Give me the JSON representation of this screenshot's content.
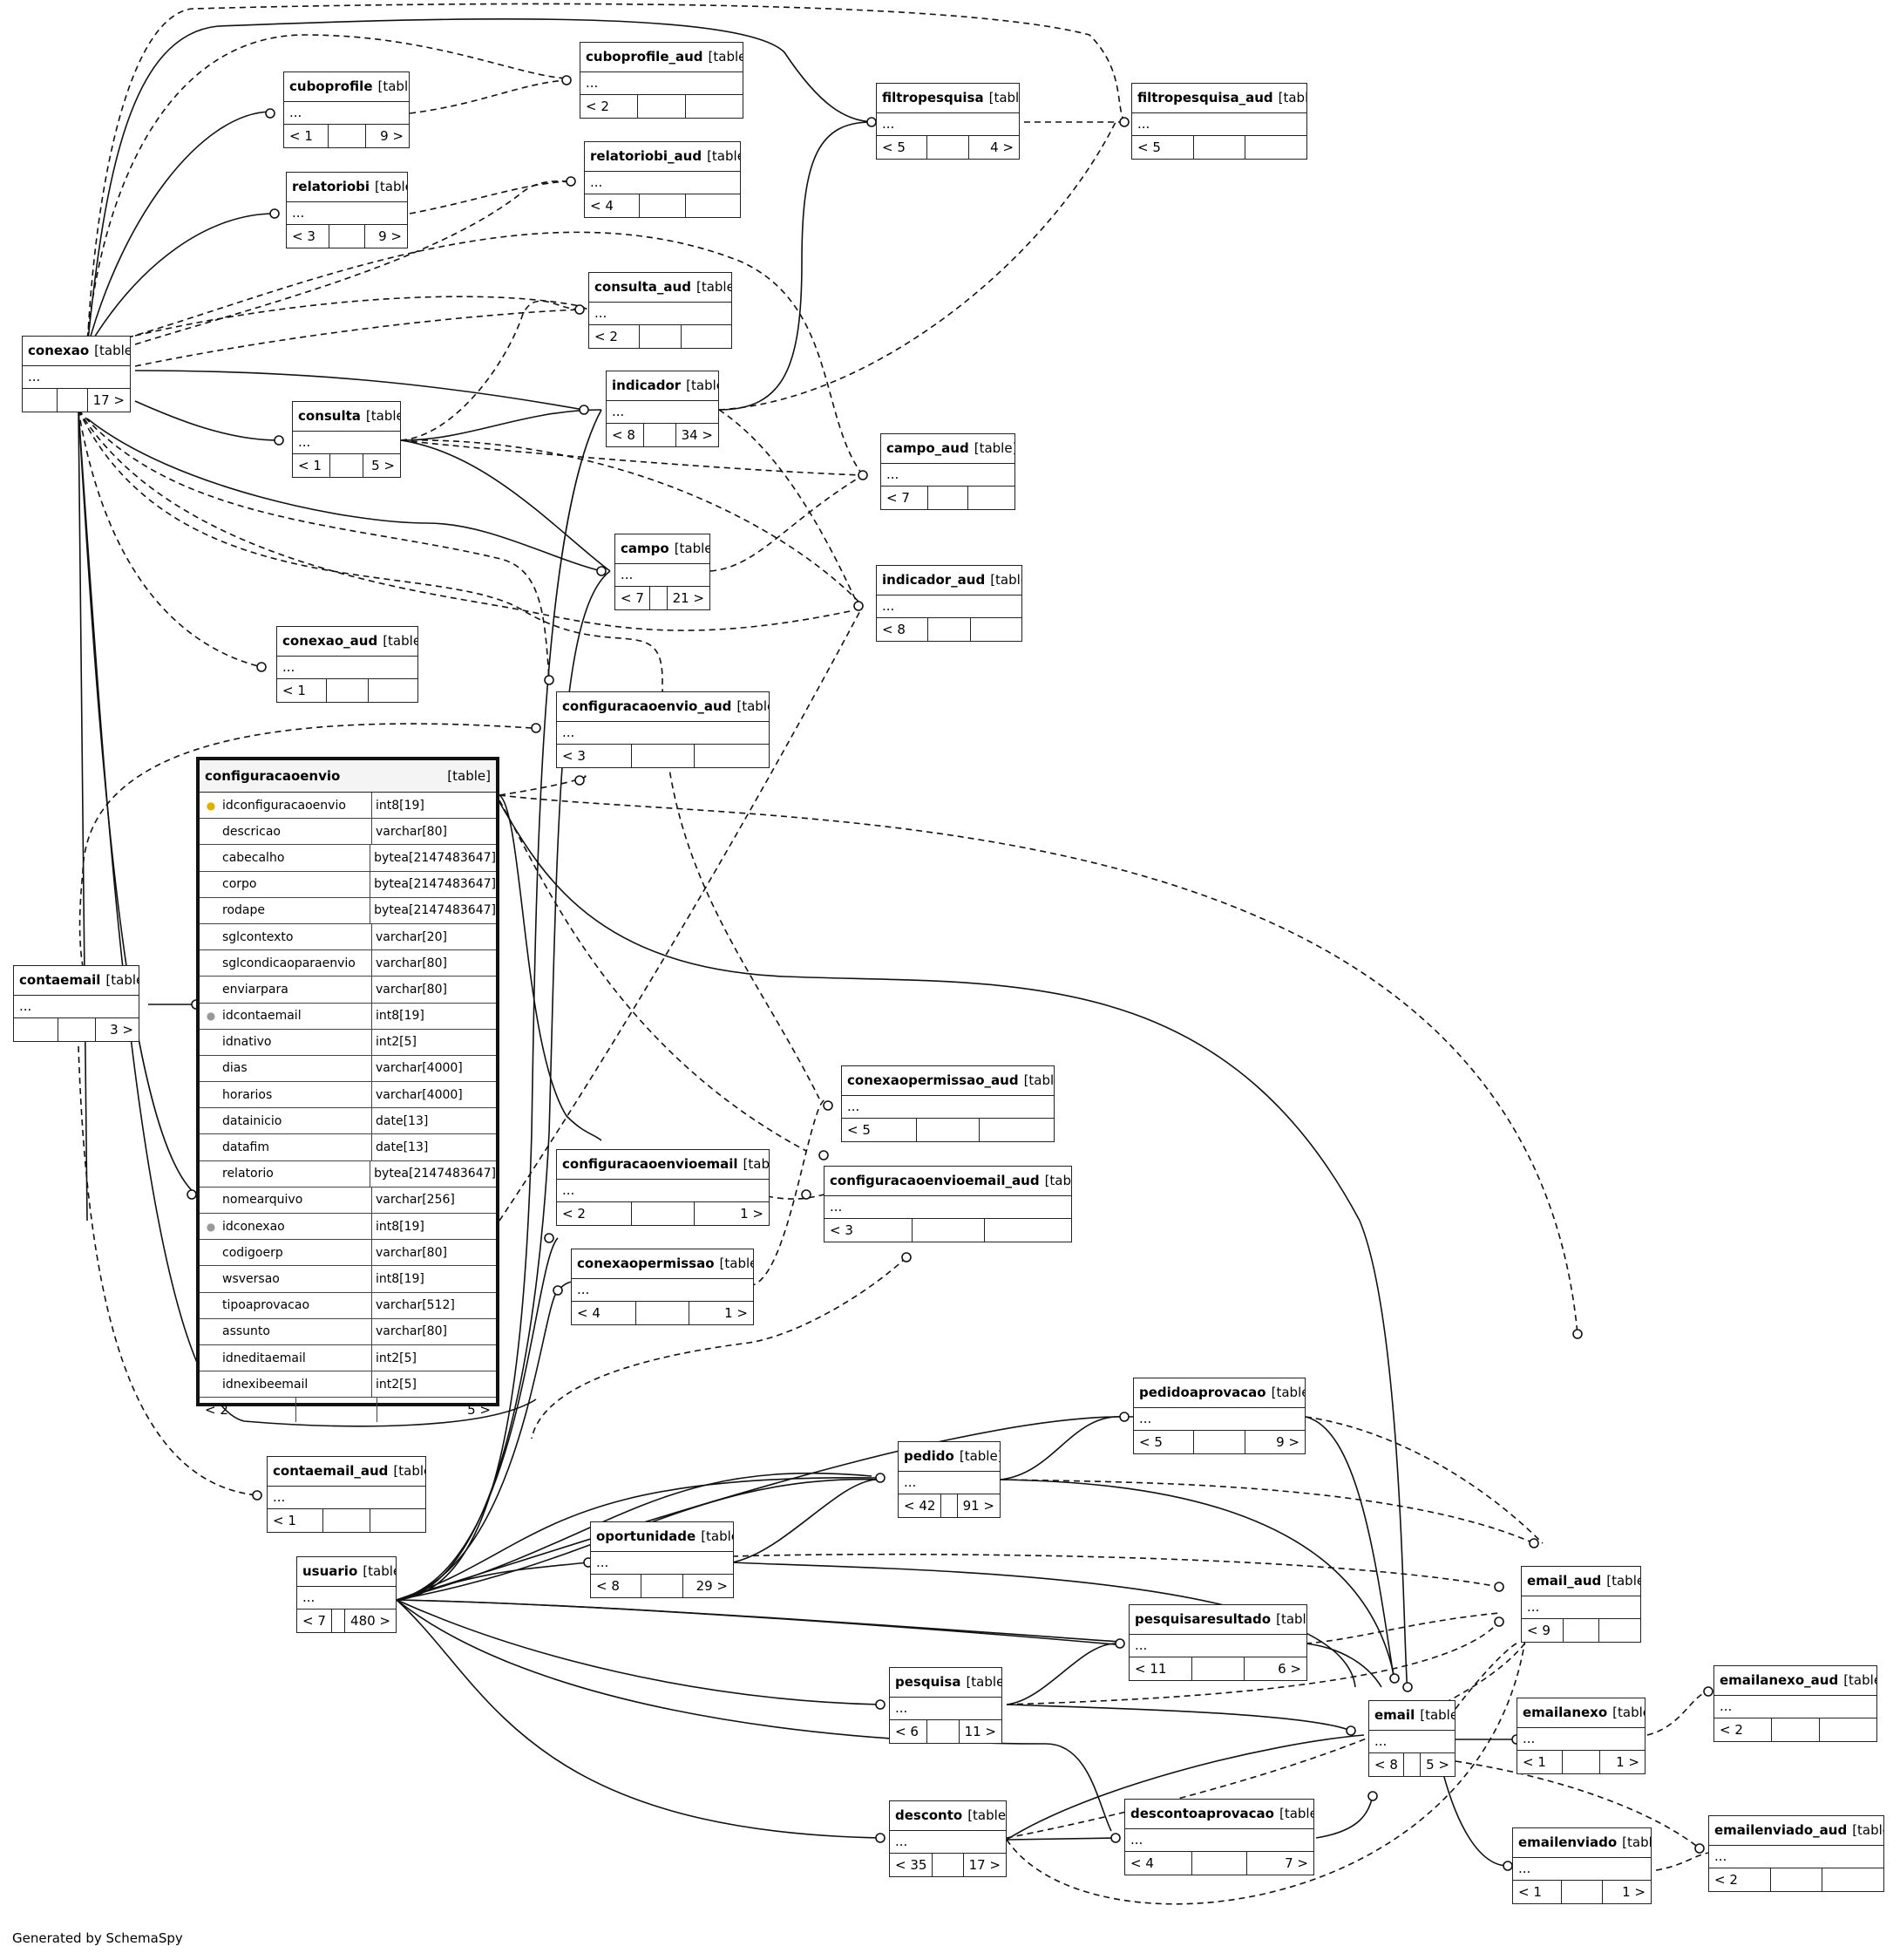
{
  "footer_text": "Generated by SchemaSpy",
  "tag_text": "[table]",
  "tables": {
    "conexao": {
      "name": "conexao",
      "body": "...",
      "foot": [
        "",
        "",
        "17 >"
      ]
    },
    "cuboprofile": {
      "name": "cuboprofile",
      "body": "...",
      "foot": [
        "< 1",
        "",
        "9 >"
      ]
    },
    "cuboprofile_aud": {
      "name": "cuboprofile_aud",
      "body": "...",
      "foot": [
        "< 2",
        "",
        ""
      ]
    },
    "relatoriobi": {
      "name": "relatoriobi",
      "body": "...",
      "foot": [
        "< 3",
        "",
        "9 >"
      ]
    },
    "relatoriobi_aud": {
      "name": "relatoriobi_aud",
      "body": "...",
      "foot": [
        "< 4",
        "",
        ""
      ]
    },
    "consulta_aud": {
      "name": "consulta_aud",
      "body": "...",
      "foot": [
        "< 2",
        "",
        ""
      ]
    },
    "filtropesquisa": {
      "name": "filtropesquisa",
      "body": "...",
      "foot": [
        "< 5",
        "",
        "4 >"
      ]
    },
    "filtropesquisa_aud": {
      "name": "filtropesquisa_aud",
      "body": "...",
      "foot": [
        "< 5",
        "",
        ""
      ]
    },
    "indicador": {
      "name": "indicador",
      "body": "...",
      "foot": [
        "< 8",
        "",
        "34 >"
      ]
    },
    "consulta": {
      "name": "consulta",
      "body": "...",
      "foot": [
        "< 1",
        "",
        "5 >"
      ]
    },
    "campo_aud": {
      "name": "campo_aud",
      "body": "...",
      "foot": [
        "< 7",
        "",
        ""
      ]
    },
    "campo": {
      "name": "campo",
      "body": "...",
      "foot": [
        "< 7",
        "",
        "21 >"
      ]
    },
    "indicador_aud": {
      "name": "indicador_aud",
      "body": "...",
      "foot": [
        "< 8",
        "",
        ""
      ]
    },
    "conexao_aud": {
      "name": "conexao_aud",
      "body": "...",
      "foot": [
        "< 1",
        "",
        ""
      ]
    },
    "configuracaoenvio_aud": {
      "name": "configuracaoenvio_aud",
      "body": "...",
      "foot": [
        "< 3",
        "",
        ""
      ]
    },
    "contaemail": {
      "name": "contaemail",
      "body": "...",
      "foot": [
        "",
        "",
        "3 >"
      ]
    },
    "conexaopermissao_aud": {
      "name": "conexaopermissao_aud",
      "body": "...",
      "foot": [
        "< 5",
        "",
        ""
      ]
    },
    "configuracaoenvioemail": {
      "name": "configuracaoenvioemail",
      "body": "...",
      "foot": [
        "< 2",
        "",
        "1 >"
      ]
    },
    "configuracaoenvioemail_aud": {
      "name": "configuracaoenvioemail_aud",
      "body": "...",
      "foot": [
        "< 3",
        "",
        ""
      ]
    },
    "conexaopermissao": {
      "name": "conexaopermissao",
      "body": "...",
      "foot": [
        "< 4",
        "",
        "1 >"
      ]
    },
    "pedidoaprovacao": {
      "name": "pedidoaprovacao",
      "body": "...",
      "foot": [
        "< 5",
        "",
        "9 >"
      ]
    },
    "pedido": {
      "name": "pedido",
      "body": "...",
      "foot": [
        "< 42",
        "",
        "91 >"
      ]
    },
    "contaemail_aud": {
      "name": "contaemail_aud",
      "body": "...",
      "foot": [
        "< 1",
        "",
        ""
      ]
    },
    "oportunidade": {
      "name": "oportunidade",
      "body": "...",
      "foot": [
        "< 8",
        "",
        "29 >"
      ]
    },
    "usuario": {
      "name": "usuario",
      "body": "...",
      "foot": [
        "< 7",
        "",
        "480 >"
      ]
    },
    "email_aud": {
      "name": "email_aud",
      "body": "...",
      "foot": [
        "< 9",
        "",
        ""
      ]
    },
    "pesquisaresultado": {
      "name": "pesquisaresultado",
      "body": "...",
      "foot": [
        "< 11",
        "",
        "6 >"
      ]
    },
    "pesquisa": {
      "name": "pesquisa",
      "body": "...",
      "foot": [
        "< 6",
        "",
        "11 >"
      ]
    },
    "emailanexo_aud": {
      "name": "emailanexo_aud",
      "body": "...",
      "foot": [
        "< 2",
        "",
        ""
      ]
    },
    "email": {
      "name": "email",
      "body": "...",
      "foot": [
        "< 8",
        "",
        "5 >"
      ]
    },
    "emailanexo": {
      "name": "emailanexo",
      "body": "...",
      "foot": [
        "< 1",
        "",
        "1 >"
      ]
    },
    "desconto": {
      "name": "desconto",
      "body": "...",
      "foot": [
        "< 35",
        "",
        "17 >"
      ]
    },
    "descontoaprovacao": {
      "name": "descontoaprovacao",
      "body": "...",
      "foot": [
        "< 4",
        "",
        "7 >"
      ]
    },
    "emailenviado": {
      "name": "emailenviado",
      "body": "...",
      "foot": [
        "< 1",
        "",
        "1 >"
      ]
    },
    "emailenviado_aud": {
      "name": "emailenviado_aud",
      "body": "...",
      "foot": [
        "< 2",
        "",
        ""
      ]
    }
  },
  "configuracaoenvio": {
    "name": "configuracaoenvio",
    "tag": "[table]",
    "columns": [
      {
        "name": "idconfiguracaoenvio",
        "type": "int8[19]",
        "key": "pk"
      },
      {
        "name": "descricao",
        "type": "varchar[80]",
        "key": ""
      },
      {
        "name": "cabecalho",
        "type": "bytea[2147483647]",
        "key": ""
      },
      {
        "name": "corpo",
        "type": "bytea[2147483647]",
        "key": ""
      },
      {
        "name": "rodape",
        "type": "bytea[2147483647]",
        "key": ""
      },
      {
        "name": "sglcontexto",
        "type": "varchar[20]",
        "key": ""
      },
      {
        "name": "sglcondicaoparaenvio",
        "type": "varchar[80]",
        "key": ""
      },
      {
        "name": "enviarpara",
        "type": "varchar[80]",
        "key": ""
      },
      {
        "name": "idcontaemail",
        "type": "int8[19]",
        "key": "fk"
      },
      {
        "name": "idnativo",
        "type": "int2[5]",
        "key": ""
      },
      {
        "name": "dias",
        "type": "varchar[4000]",
        "key": ""
      },
      {
        "name": "horarios",
        "type": "varchar[4000]",
        "key": ""
      },
      {
        "name": "datainicio",
        "type": "date[13]",
        "key": ""
      },
      {
        "name": "datafim",
        "type": "date[13]",
        "key": ""
      },
      {
        "name": "relatorio",
        "type": "bytea[2147483647]",
        "key": ""
      },
      {
        "name": "nomearquivo",
        "type": "varchar[256]",
        "key": ""
      },
      {
        "name": "idconexao",
        "type": "int8[19]",
        "key": "fk"
      },
      {
        "name": "codigoerp",
        "type": "varchar[80]",
        "key": ""
      },
      {
        "name": "wsversao",
        "type": "int8[19]",
        "key": ""
      },
      {
        "name": "tipoaprovacao",
        "type": "varchar[512]",
        "key": ""
      },
      {
        "name": "assunto",
        "type": "varchar[80]",
        "key": ""
      },
      {
        "name": "idneditaemail",
        "type": "int2[5]",
        "key": ""
      },
      {
        "name": "idnexibeemail",
        "type": "int2[5]",
        "key": ""
      }
    ],
    "foot": [
      "< 2",
      "",
      "5 >"
    ]
  }
}
